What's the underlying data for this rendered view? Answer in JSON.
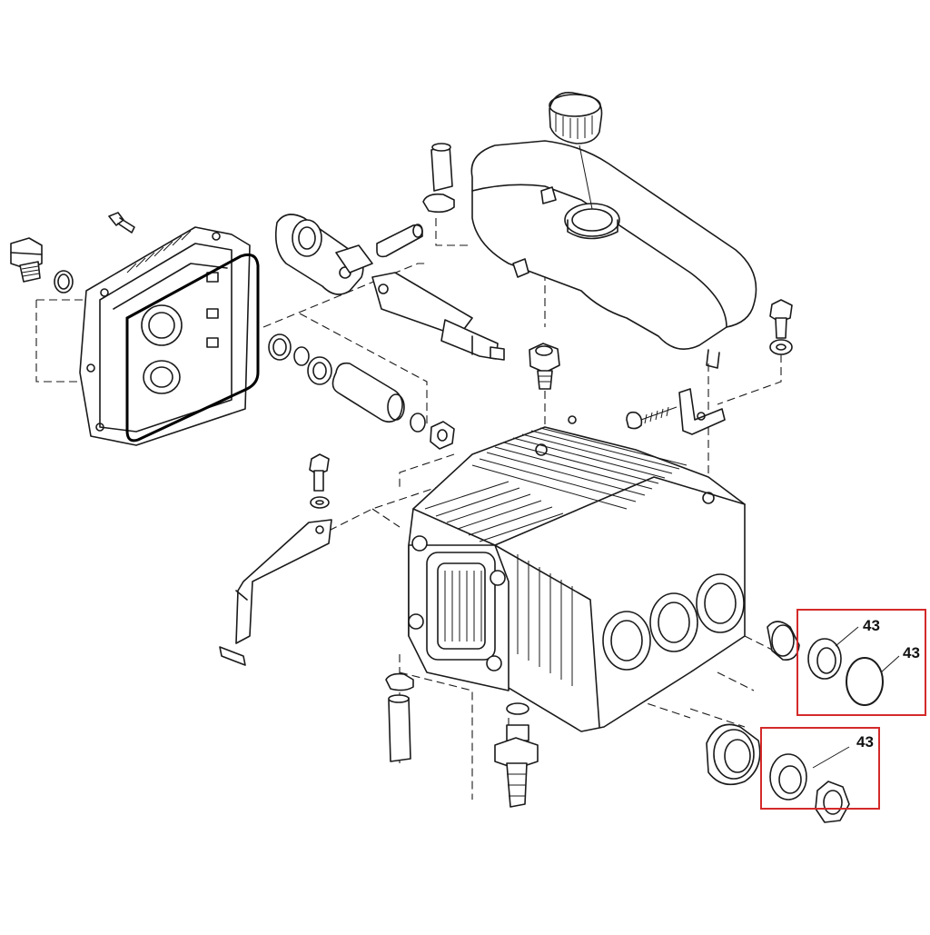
{
  "diagram": {
    "highlight_color": "#d42a2a",
    "callouts": [
      {
        "id": "seal-ring-upper",
        "label": "43"
      },
      {
        "id": "o-ring-upper",
        "label": "43"
      },
      {
        "id": "seal-ring-lower",
        "label": "43"
      }
    ]
  }
}
